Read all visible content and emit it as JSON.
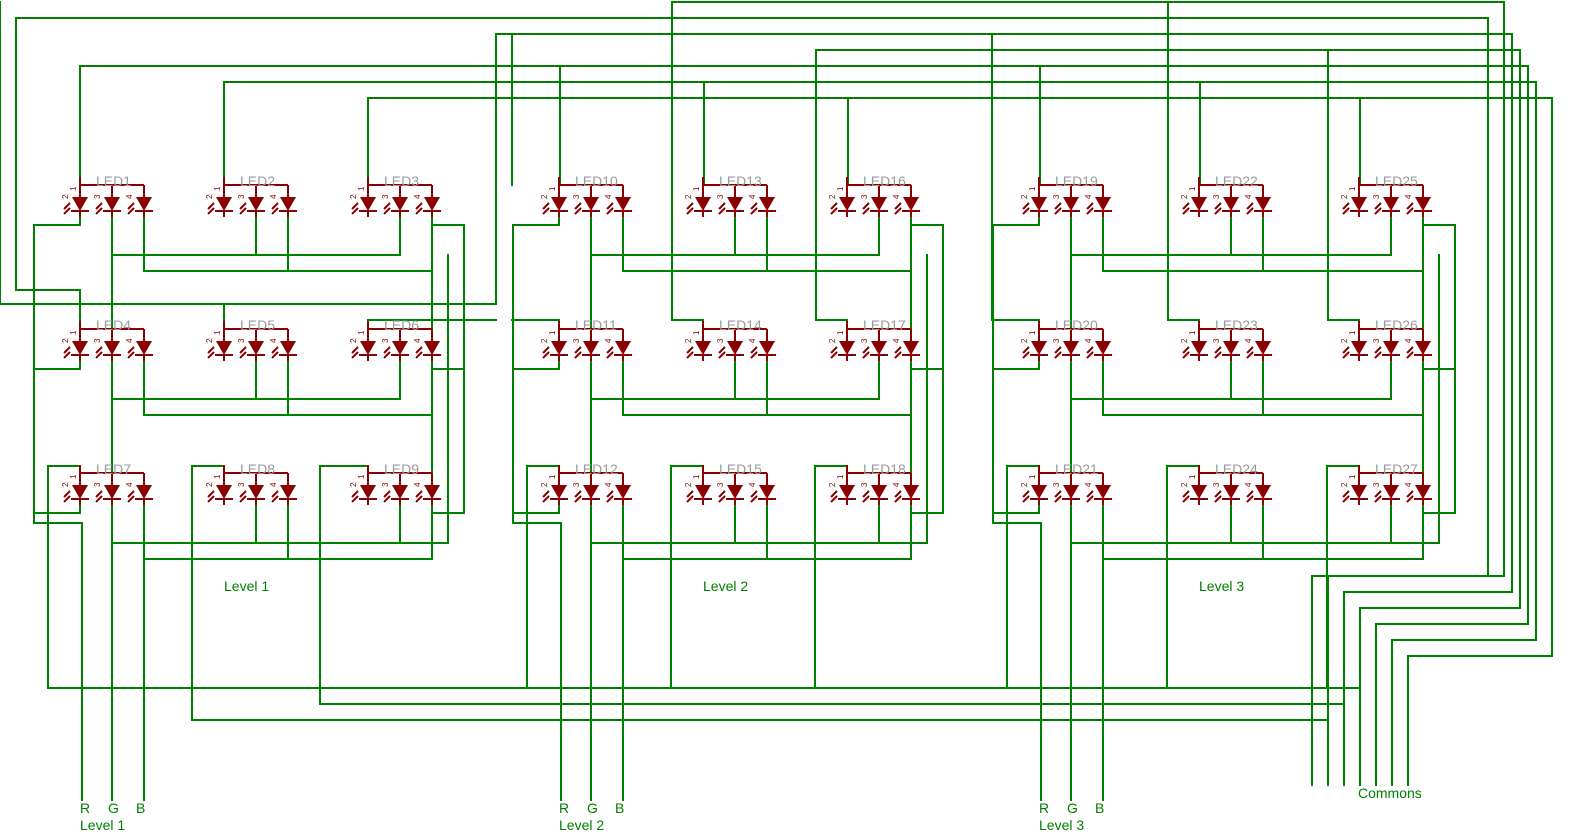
{
  "diagram": {
    "title": "",
    "colors": {
      "wire": "#008000",
      "component": "#8b0000",
      "component_label": "#9a9a9a",
      "background": "#ffffff"
    },
    "led_symbol": {
      "type": "rgb-led",
      "pin_labels": [
        "1",
        "2",
        "3",
        "4"
      ]
    },
    "levels": [
      {
        "label": "Level 1",
        "leds": [
          "LED1",
          "LED2",
          "LED3",
          "LED4",
          "LED5",
          "LED6",
          "LED7",
          "LED8",
          "LED9"
        ],
        "bottom": {
          "channels": [
            "R",
            "G",
            "B"
          ],
          "label": "Level 1"
        }
      },
      {
        "label": "Level 2",
        "leds": [
          "LED10",
          "LED13",
          "LED16",
          "LED11",
          "LED14",
          "LED17",
          "LED12",
          "LED15",
          "LED18"
        ],
        "bottom": {
          "channels": [
            "R",
            "G",
            "B"
          ],
          "label": "Level 2"
        }
      },
      {
        "label": "Level 3",
        "leds": [
          "LED19",
          "LED22",
          "LED25",
          "LED20",
          "LED23",
          "LED26",
          "LED21",
          "LED24",
          "LED27"
        ],
        "bottom": {
          "channels": [
            "R",
            "G",
            "B"
          ],
          "label": "Level 3"
        }
      }
    ],
    "commons_label": "Commons"
  }
}
